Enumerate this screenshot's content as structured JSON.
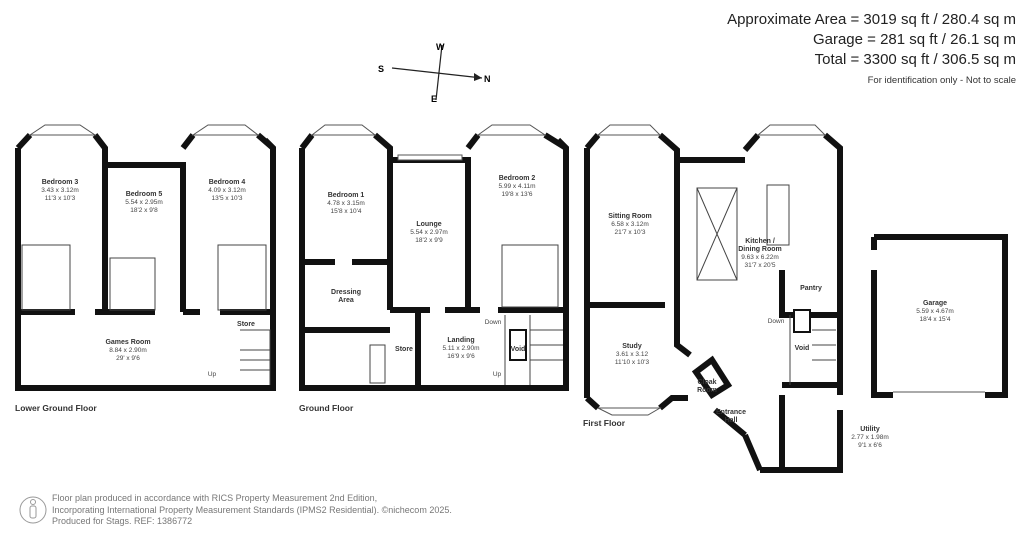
{
  "areas": {
    "approx": "Approximate Area = 3019 sq ft / 280.4 sq m",
    "garage": "Garage = 281 sq ft / 26.1 sq m",
    "total": "Total = 3300 sq ft / 306.5 sq m",
    "note": "For identification only - Not to scale"
  },
  "compass": {
    "n": "N",
    "s": "S",
    "e": "E",
    "w": "W"
  },
  "floors": {
    "lower": {
      "label": "Lower Ground Floor",
      "rooms": [
        {
          "name": "Bedroom 3",
          "metric": "3.43 x 3.12m",
          "imperial": "11'3 x 10'3"
        },
        {
          "name": "Bedroom 5",
          "metric": "5.54 x 2.95m",
          "imperial": "18'2 x 9'8"
        },
        {
          "name": "Bedroom 4",
          "metric": "4.09 x 3.12m",
          "imperial": "13'5 x 10'3"
        },
        {
          "name": "Games Room",
          "metric": "8.84 x 2.90m",
          "imperial": "29' x 9'6"
        },
        {
          "name": "Store"
        }
      ],
      "stairs": "Up"
    },
    "ground": {
      "label": "Ground Floor",
      "rooms": [
        {
          "name": "Bedroom 1",
          "metric": "4.78 x 3.15m",
          "imperial": "15'8 x 10'4"
        },
        {
          "name": "Lounge",
          "metric": "5.54 x 2.97m",
          "imperial": "18'2 x 9'9"
        },
        {
          "name": "Bedroom 2",
          "metric": "5.99 x 4.11m",
          "imperial": "19'8 x 13'6"
        },
        {
          "name": "Dressing",
          "name2": "Area"
        },
        {
          "name": "Store"
        },
        {
          "name": "Landing",
          "metric": "5.11 x 2.90m",
          "imperial": "16'9 x 9'6"
        },
        {
          "name": "Void"
        }
      ],
      "stairs_down": "Down",
      "stairs_up": "Up"
    },
    "first": {
      "label": "First Floor",
      "rooms": [
        {
          "name": "Sitting Room",
          "metric": "6.58 x 3.12m",
          "imperial": "21'7 x 10'3"
        },
        {
          "name": "Study",
          "metric": "3.61 x 3.12",
          "imperial": "11'10 x 10'3"
        },
        {
          "name": "Kitchen /",
          "name2": "Dining Room",
          "metric": "9.63 x 6.22m",
          "imperial": "31'7 x 20'5"
        },
        {
          "name": "Pantry"
        },
        {
          "name": "Void"
        },
        {
          "name": "Cloak",
          "name2": "Room"
        },
        {
          "name": "Entrance",
          "name2": "Hall"
        },
        {
          "name": "Utility",
          "metric": "2.77 x 1.98m",
          "imperial": "9'1 x 6'6"
        },
        {
          "name": "Garage",
          "metric": "5.59 x 4.67m",
          "imperial": "18'4 x 15'4"
        }
      ],
      "stairs_down": "Down"
    }
  },
  "footer": {
    "line1": "Floor plan produced in accordance with RICS Property Measurement 2nd Edition,",
    "line2": "Incorporating International Property Measurement Standards (IPMS2 Residential).  ©nichecom 2025.",
    "line3": "Produced for Stags.   REF: 1386772"
  }
}
